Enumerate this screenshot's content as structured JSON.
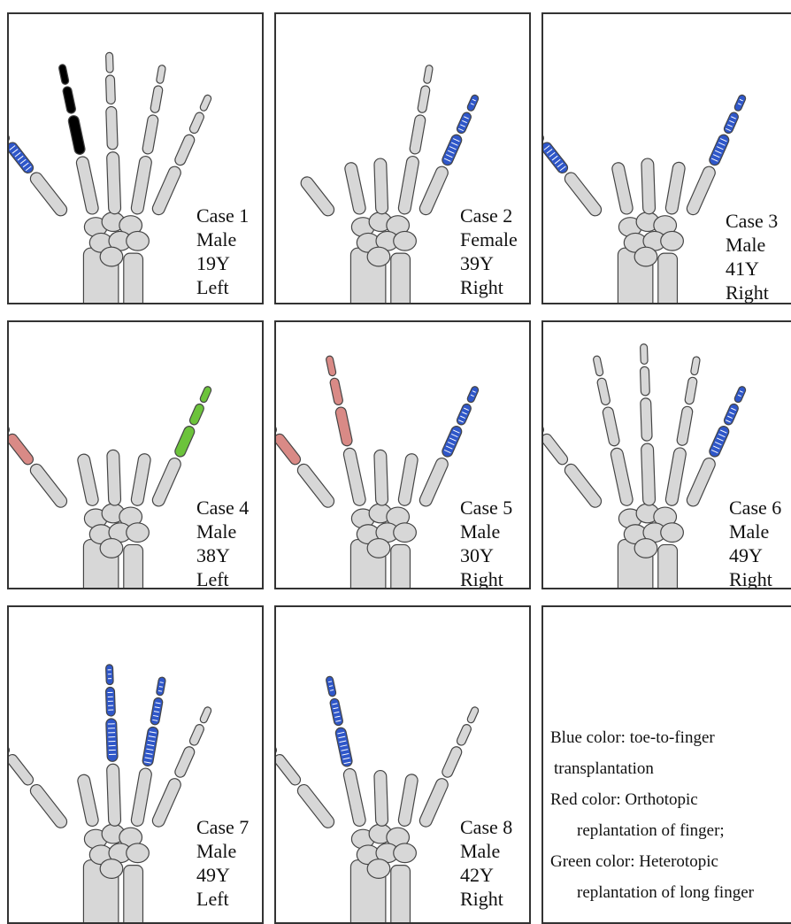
{
  "colors": {
    "bone_fill": "#d7d7d7",
    "bone_stroke": "#444444",
    "transplant_blue": "#2f57c9",
    "orthotopic_red": "#d98a86",
    "heterotopic_green": "#6cc33b"
  },
  "cases": [
    {
      "label": "Case 1",
      "sex": "Male",
      "age": "19Y",
      "side": "Left"
    },
    {
      "label": "Case 2",
      "sex": "Female",
      "age": "39Y",
      "side": "Right"
    },
    {
      "label": "Case 3",
      "sex": "Male",
      "age": "41Y",
      "side": "Right"
    },
    {
      "label": "Case 4",
      "sex": "Male",
      "age": "38Y",
      "side": "Left"
    },
    {
      "label": "Case 5",
      "sex": "Male",
      "age": "30Y",
      "side": "Right"
    },
    {
      "label": "Case 6",
      "sex": "Male",
      "age": "49Y",
      "side": "Right"
    },
    {
      "label": "Case 7",
      "sex": "Male",
      "age": "49Y",
      "side": "Left"
    },
    {
      "label": "Case 8",
      "sex": "Male",
      "age": "42Y",
      "side": "Right"
    }
  ],
  "legend": {
    "blue_line1": "Blue color: toe-to-finger",
    "blue_line2": "transplantation",
    "red_line1": "Red color: Orthotopic",
    "red_line2": "replantation of finger;",
    "green_line1": "Green color: Heterotopic",
    "green_line2": "replantation of long finger"
  }
}
